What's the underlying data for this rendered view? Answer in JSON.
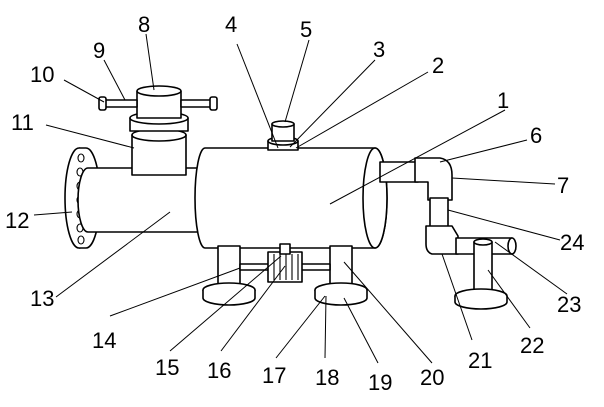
{
  "labels": {
    "n1": "1",
    "n2": "2",
    "n3": "3",
    "n4": "4",
    "n5": "5",
    "n6": "6",
    "n7": "7",
    "n8": "8",
    "n9": "9",
    "n10": "10",
    "n11": "11",
    "n12": "12",
    "n13": "13",
    "n14": "14",
    "n15": "15",
    "n16": "16",
    "n17": "17",
    "n18": "18",
    "n19": "19",
    "n20": "20",
    "n21": "21",
    "n22": "22",
    "n23": "23",
    "n24": "24"
  }
}
